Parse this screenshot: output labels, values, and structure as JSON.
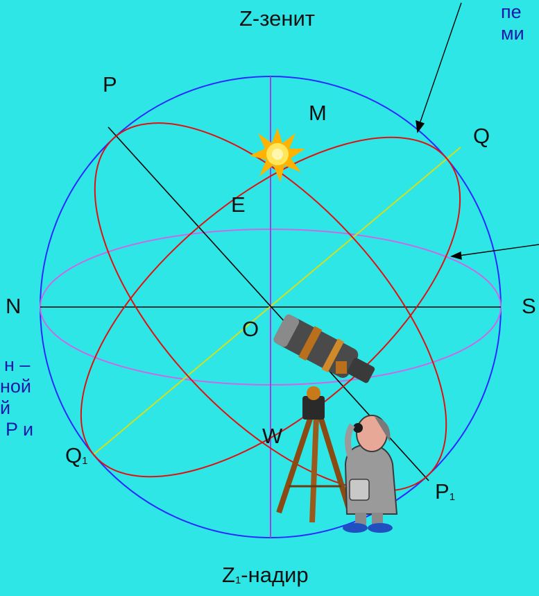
{
  "labels": {
    "zenith": "Z-зенит",
    "nadir_symbol": "Z",
    "nadir_sub": "1",
    "nadir_text": "-надир",
    "P": "P",
    "M": "M",
    "Q": "Q",
    "E": "E",
    "N": "N",
    "S": "S",
    "O": "O",
    "W": "W",
    "Q1_symbol": "Q",
    "Q1_sub": "1",
    "P1_symbol": "P",
    "P1_sub": "1"
  },
  "callouts": {
    "top_right_line1": "пе",
    "top_right_line2": "ми",
    "left_line1": "н –",
    "left_line2": "ной",
    "left_line3": "й",
    "left_line4": "P и"
  },
  "colors": {
    "background": "#2ee6e6",
    "sphere": "#2a2aff",
    "equator_and_ecliptic": "#e01010",
    "horizon": "#c86ae6",
    "vertical_axis": "#a040e0",
    "equator_axis": "#d0e020",
    "callout_text": "#1a1aa8",
    "sun": "#ffd21a"
  },
  "icons": {
    "sun": "sun-icon",
    "astronomer": "astronomer-with-telescope-icon"
  }
}
